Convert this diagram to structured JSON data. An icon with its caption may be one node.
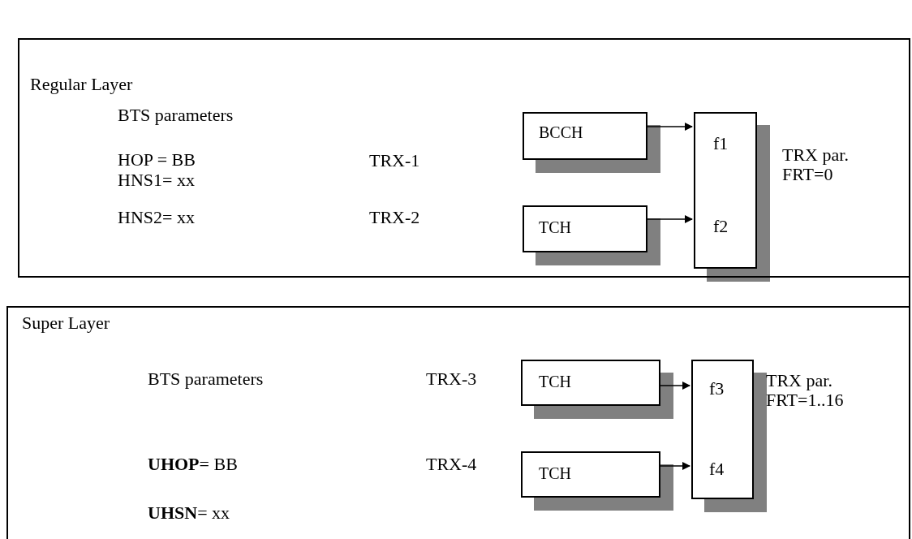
{
  "diagram": {
    "nodes": [
      {
        "text": [
          "Regular Layer"
        ]
      },
      {
        "text": [
          "BCCH"
        ],
        "in": 0
      },
      {
        "text": [
          "TCH"
        ],
        "in": 0
      },
      {
        "text": [
          "f1",
          "f2"
        ],
        "in": 0,
        "beside": [
          "TRX par. FRT=0"
        ]
      },
      {
        "text": [],
        "shape": "box"
      },
      {
        "text": [
          "Super Layer"
        ]
      },
      {
        "text": [
          "TCH"
        ],
        "in": 5
      },
      {
        "text": [
          "TCH"
        ],
        "in": 5
      },
      {
        "text": [
          "f3",
          "f4"
        ],
        "in": 5,
        "beside": [
          "TRX par. FRT=1..16"
        ]
      }
    ],
    "edges": [
      {
        "from": 1,
        "to": 3,
        "arrow": "to"
      },
      {
        "from": 2,
        "to": 3,
        "arrow": "to"
      },
      {
        "from": 6,
        "to": 8,
        "arrow": "to"
      },
      {
        "from": 7,
        "to": 8,
        "arrow": "to"
      }
    ],
    "labels": [
      "BTS parameters",
      "HOP = BB",
      "TRX-1",
      "HNS1= xx",
      "HNS2= xx",
      "TRX-2",
      "BTS parameters",
      "TRX-3",
      "**UHOP**= BB",
      "TRX-4",
      "**UHSN**= xx"
    ]
  }
}
